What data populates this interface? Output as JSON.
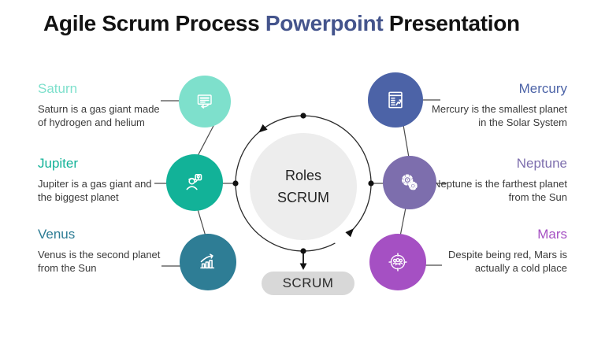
{
  "title": {
    "prefix": "Agile Scrum Process ",
    "highlight": "Powerpoint",
    "suffix": " Presentation"
  },
  "colors": {
    "title_highlight": "#44548c",
    "ring_fill": "#ededed",
    "pill_bg": "#d8d8d8",
    "connector_line": "#4a4a4a"
  },
  "center": {
    "label_line1": "Roles",
    "label_line2": "SCRUM",
    "pill_label": "SCRUM"
  },
  "left_items": [
    {
      "name": "Saturn",
      "heading": "Saturn",
      "description": "Saturn is a gas giant made of hydrogen and helium",
      "color": "#7ee0cc",
      "icon": "presentation-feedback-icon"
    },
    {
      "name": "Jupiter",
      "heading": "Jupiter",
      "description": "Jupiter is a gas giant and the biggest planet",
      "color": "#12b298",
      "icon": "person-idea-icon"
    },
    {
      "name": "Venus",
      "heading": "Venus",
      "description": "Venus is the second planet from the Sun",
      "color": "#2e7d95",
      "icon": "growth-chart-icon"
    }
  ],
  "right_items": [
    {
      "name": "Mercury",
      "heading": "Mercury",
      "description": "Mercury is the smallest planet in the Solar System",
      "color": "#4c63a7",
      "icon": "report-document-icon"
    },
    {
      "name": "Neptune",
      "heading": "Neptune",
      "description": "Neptune is the farthest planet from the Sun",
      "color": "#7d6ead",
      "icon": "gears-icon"
    },
    {
      "name": "Mars",
      "heading": "Mars",
      "description": "Despite being red, Mars is actually a cold place",
      "color": "#a550c3",
      "icon": "audience-target-icon"
    }
  ]
}
